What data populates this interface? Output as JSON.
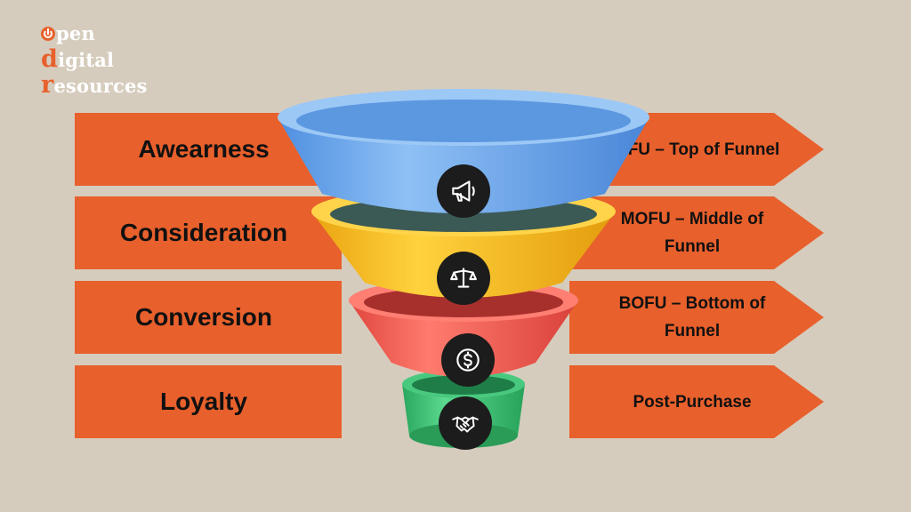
{
  "logo": {
    "line1_rest": "pen",
    "line2_initial": "d",
    "line2_rest": "igital",
    "line3_initial": "r",
    "line3_rest": "esources"
  },
  "colors": {
    "background": "#d6ccbd",
    "banner": "#e8602c",
    "top_layer": "#6fa9ec",
    "middle_layer": "#f5bd20",
    "bottom_layer": "#ef5a52",
    "base_layer": "#3cbf73",
    "icon_badge": "#1c1c1c"
  },
  "stages": [
    {
      "name": "Awearness",
      "phase": "TOFU – Top of Funnel",
      "icon": "megaphone-icon"
    },
    {
      "name": "Consideration",
      "phase": "MOFU – Middle of Funnel",
      "icon": "scale-icon"
    },
    {
      "name": "Conversion",
      "phase": "BOFU – Bottom of Funnel",
      "icon": "dollar-icon"
    },
    {
      "name": "Loyalty",
      "phase": "Post-Purchase",
      "icon": "handshake-icon"
    }
  ]
}
